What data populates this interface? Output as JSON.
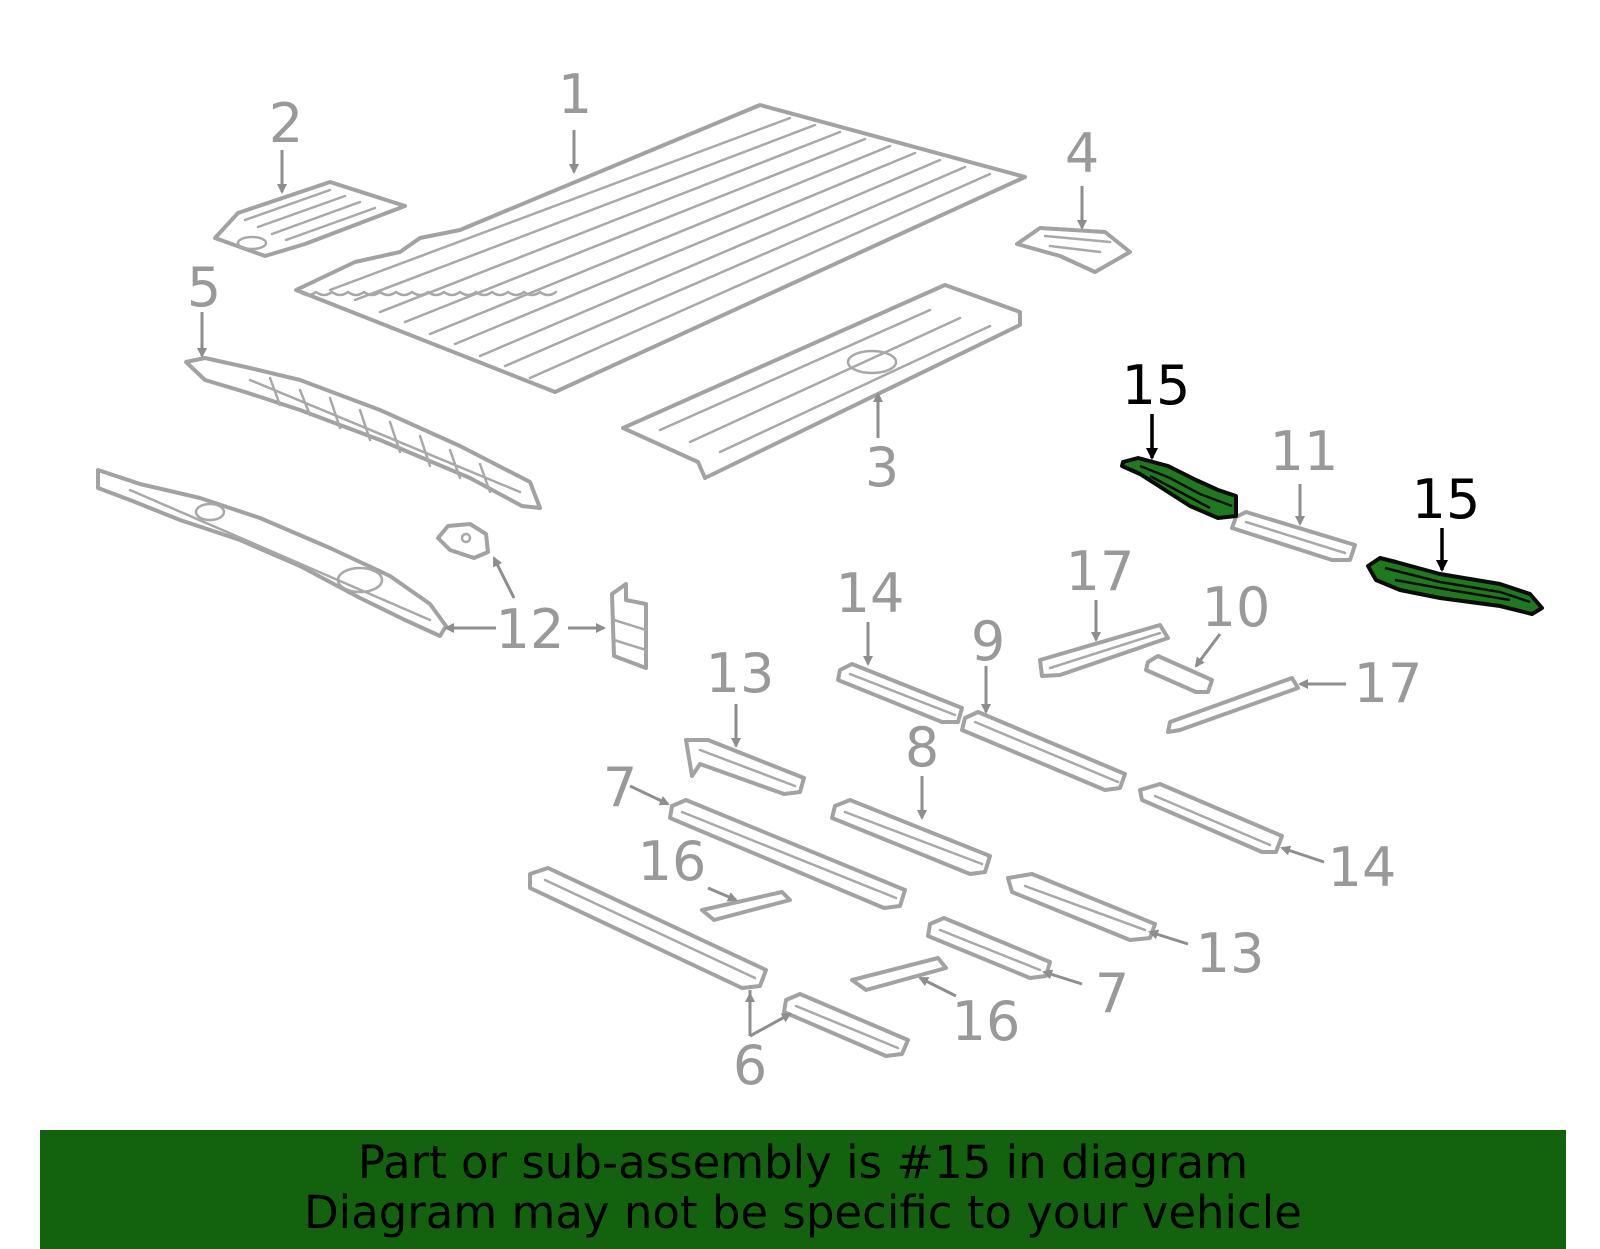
{
  "highlight_color": "#1f7a1f",
  "banner": {
    "line1": "Part or sub-assembly is #15 in diagram",
    "line2": "Diagram may not be specific to your vehicle",
    "background": "#12620e"
  },
  "callouts": {
    "c1": "1",
    "c2": "2",
    "c3": "3",
    "c4": "4",
    "c5": "5",
    "c6": "6",
    "c7a": "7",
    "c7b": "7",
    "c8": "8",
    "c9": "9",
    "c10": "10",
    "c11": "11",
    "c12": "12",
    "c13a": "13",
    "c13b": "13",
    "c14a": "14",
    "c14b": "14",
    "c15a": "15",
    "c15b": "15",
    "c16a": "16",
    "c16b": "16",
    "c17a": "17",
    "c17b": "17"
  }
}
